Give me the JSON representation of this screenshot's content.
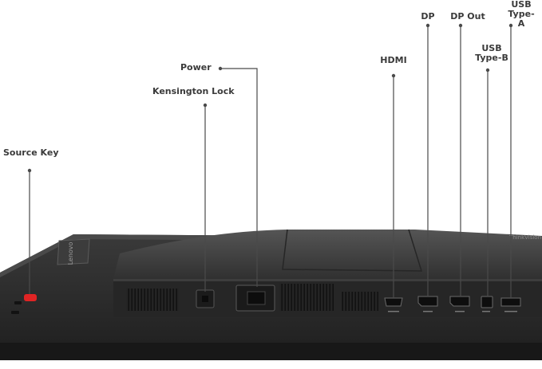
{
  "labels": {
    "source_key": "Source Key",
    "power": "Power",
    "kensington_lock": "Kensington Lock",
    "hdmi": "HDMI",
    "dp": "DP",
    "dp_out": "DP Out",
    "usb_type_b": "USB\nType-B",
    "usb_type_a": "USB\nType-A"
  },
  "brand": {
    "logo_text": "Lenovo",
    "series_text": "ThinkVision"
  },
  "colors": {
    "label_text": "#3a3a3a",
    "leader_line": "#4a4a4a",
    "monitor_dark": "#2b2b2b",
    "source_key_button": "#e02424"
  }
}
